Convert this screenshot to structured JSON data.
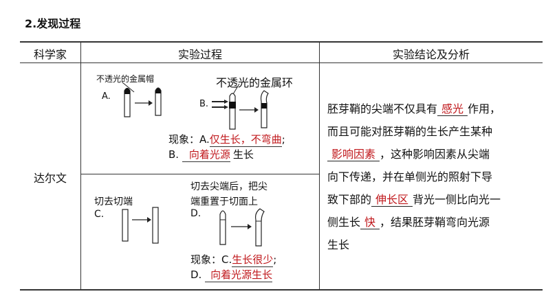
{
  "section_title": "2.发现过程",
  "table": {
    "headers": [
      "科学家",
      "实验过程",
      "实验结论及分析"
    ],
    "scientist": "达尔文",
    "exp_top": {
      "label_cap": "不透光的金属帽",
      "label_ring": "不透光的金属环",
      "a": "A.",
      "b": "B.",
      "result_prefix": "现象：A.",
      "result_a": "仅生长，不弯曲",
      "result_a_end": ";",
      "result_b_prefix": "B.",
      "result_b": "向着光源",
      "result_b_suffix": "生长"
    },
    "exp_bottom": {
      "label_cut": "切去切端",
      "c": "C.",
      "label_replace_1": "切去尖端后，把尖",
      "label_replace_2": "端重置于切面上",
      "d": "D.",
      "result_prefix": "现象：C.",
      "result_c": "生长很少",
      "result_c_end": ";",
      "result_d_prefix": "D.",
      "result_d": "向着光源生长"
    },
    "conclusion": {
      "l1_pre": "胚芽鞘的尖端不仅具有",
      "l1_ans": "感光",
      "l1_post": "作用，",
      "l2": "而且可能对胚芽鞘的生长产生某种",
      "l3_ans": "影响因素",
      "l3_post": "，这种影响因素从尖端",
      "l4": "向下传递，并在单侧光的照射下导",
      "l5_pre": "致下部的",
      "l5_ans": "伸长区",
      "l5_post": "背光一侧比向光一",
      "l6_pre": "侧生长",
      "l6_ans": "快",
      "l6_post": "，结果胚芽鞘弯向光源",
      "l7": "生长"
    }
  }
}
